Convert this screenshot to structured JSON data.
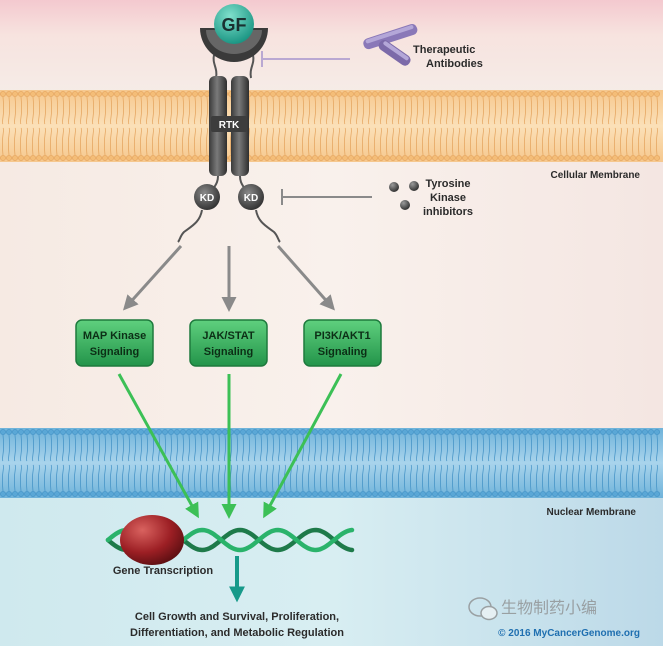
{
  "diagram": {
    "growth_factor": "GF",
    "receptor": "RTK",
    "kinase_domain_left": "KD",
    "kinase_domain_right": "KD",
    "therapeutic_antibodies": [
      "Therapeutic",
      "Antibodies"
    ],
    "tki": [
      "Tyrosine",
      "Kinase",
      "inhibitors"
    ],
    "cellular_membrane": "Cellular Membrane",
    "nuclear_membrane": "Nuclear Membrane",
    "pathways": [
      {
        "line1": "MAP Kinase",
        "line2": "Signaling"
      },
      {
        "line1": "JAK/STAT",
        "line2": "Signaling"
      },
      {
        "line1": "PI3K/AKT1",
        "line2": "Signaling"
      }
    ],
    "gene_transcription": "Gene Transcription",
    "outcome": [
      "Cell Growth and Survival, Proliferation,",
      "Differentiation, and Metabolic Regulation"
    ],
    "copyright": "© 2016 MyCancerGenome.org",
    "watermark": "生物制药小编"
  },
  "colors": {
    "pathway_box": "#2fa55a",
    "arrow_green": "#3cc056",
    "arrow_gray": "#8a8a8a",
    "gf_teal": "#2ab5a0",
    "antibody_purple": "#8a78b8",
    "teal_arrow": "#179a8a"
  }
}
